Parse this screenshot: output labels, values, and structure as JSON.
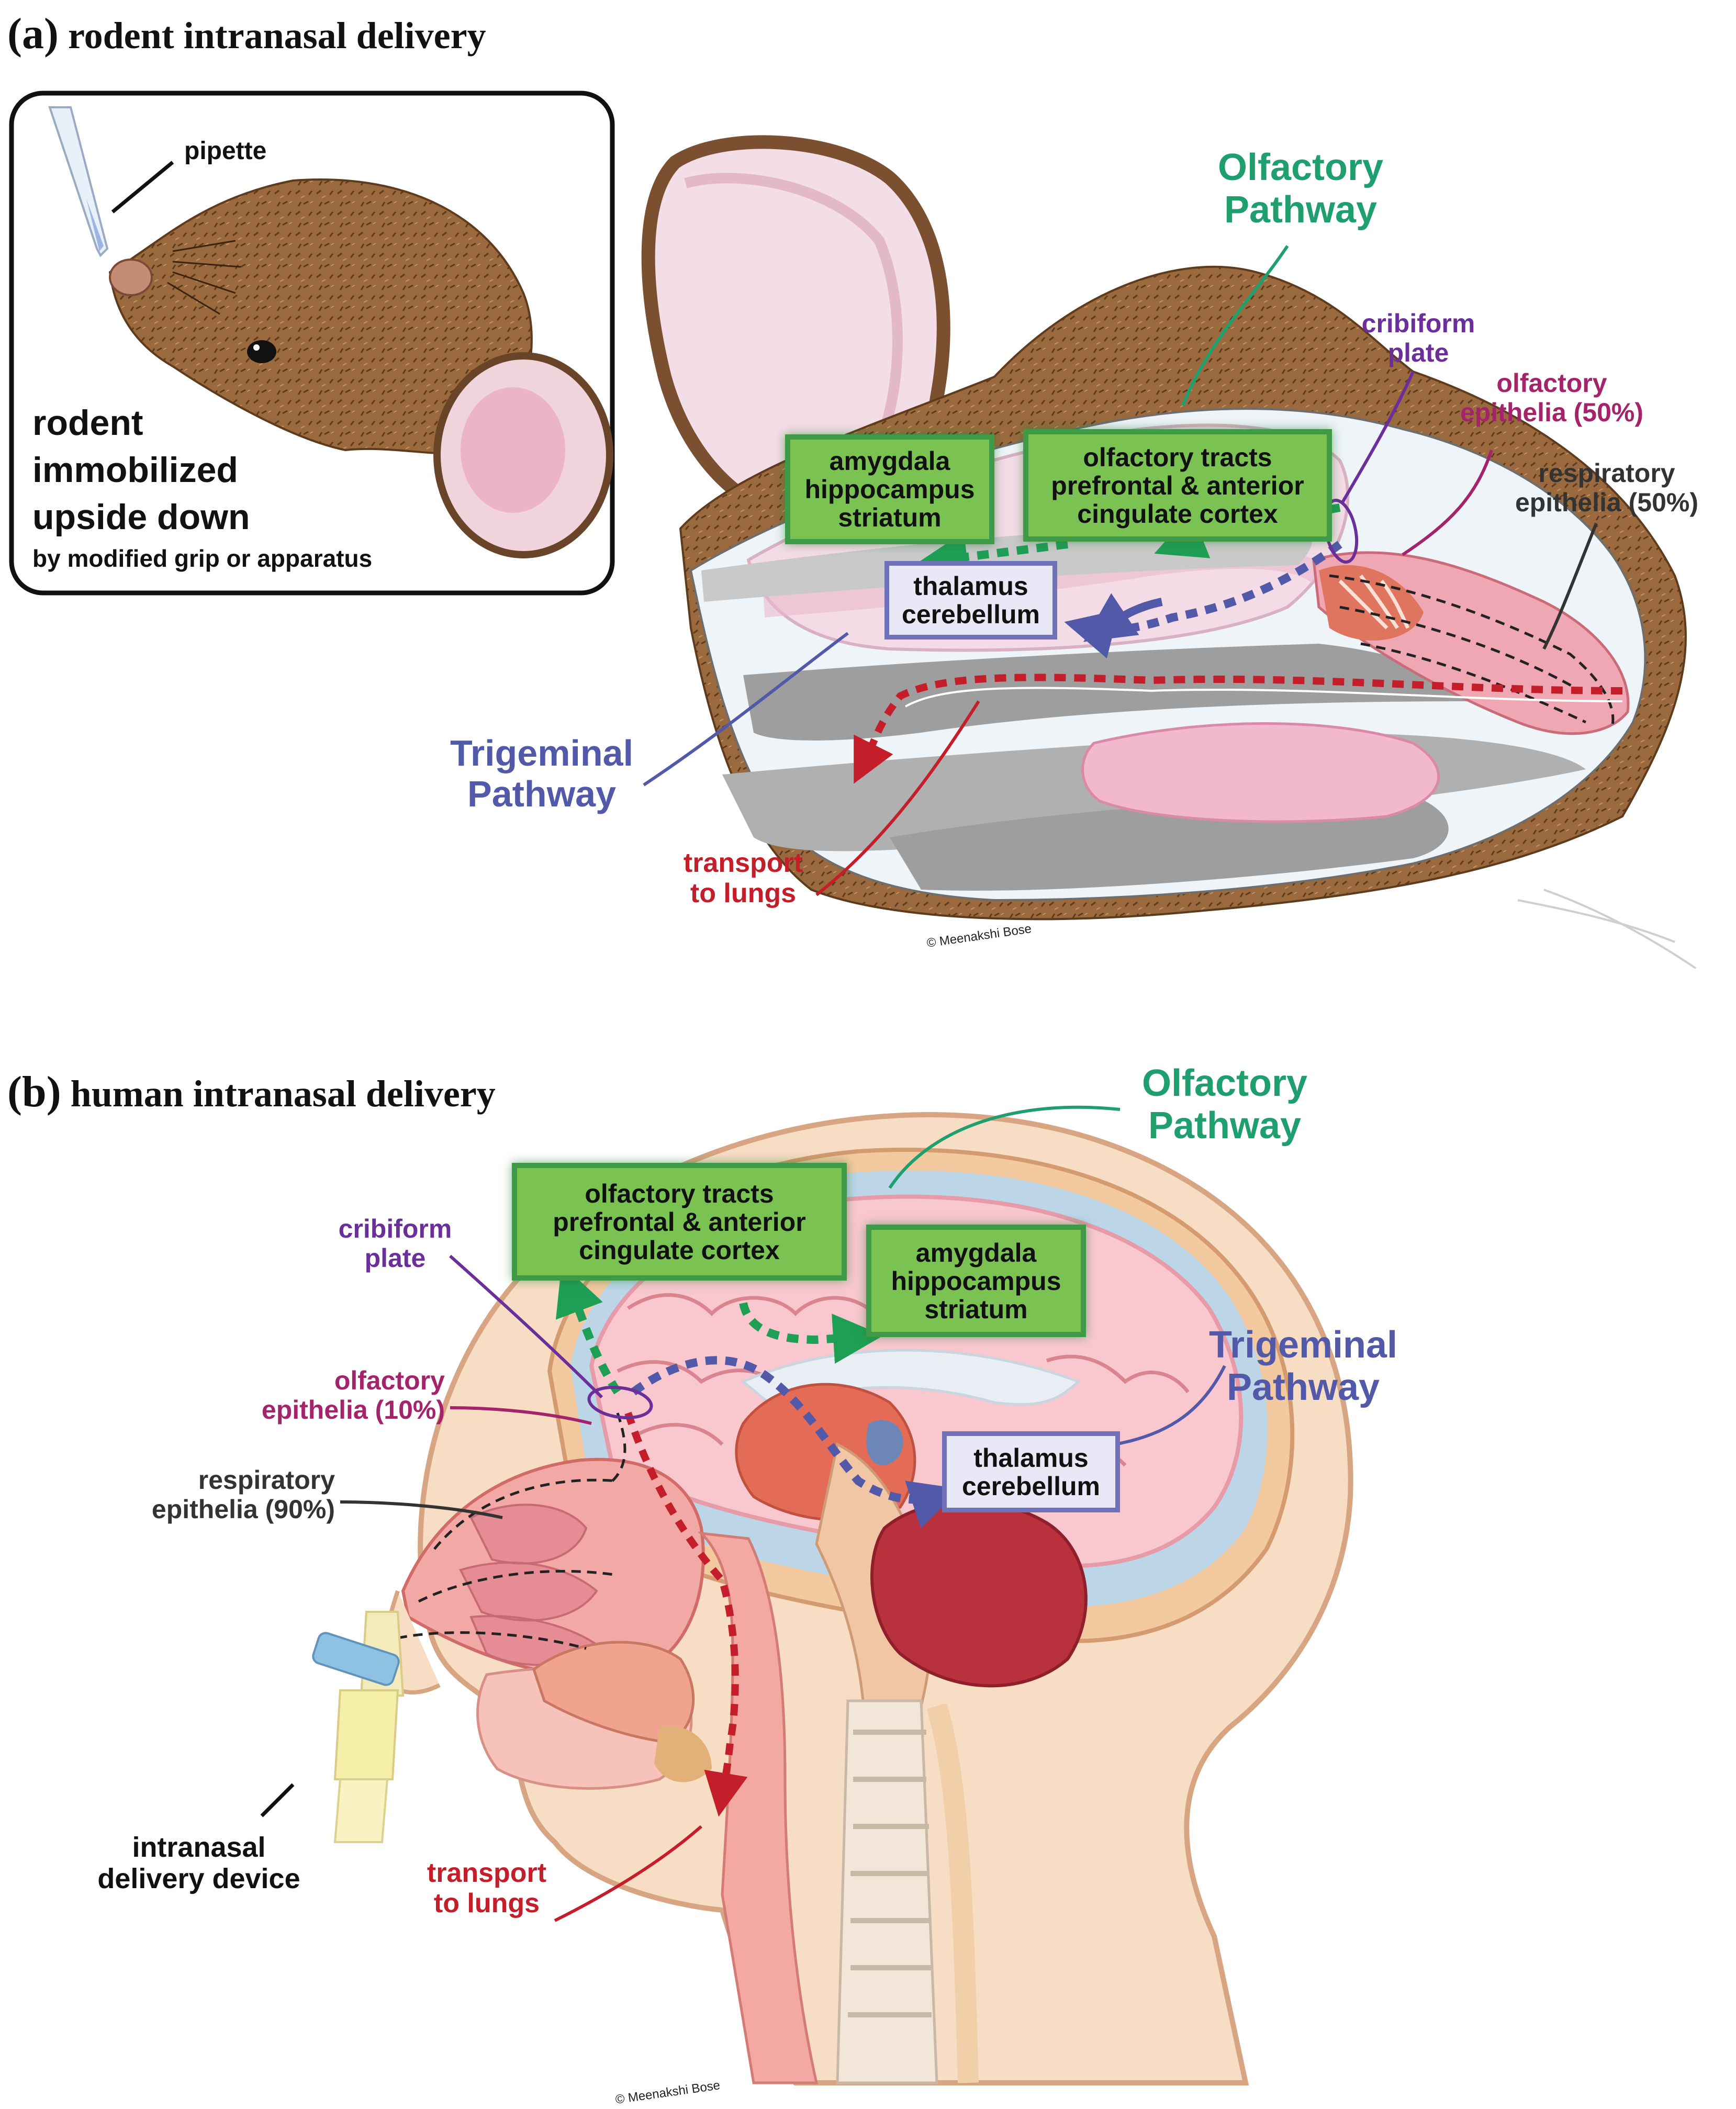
{
  "panel_a": {
    "letter": "(a)",
    "title": "rodent intranasal delivery",
    "inset": {
      "pipette": "pipette",
      "immobilized_line1": "rodent",
      "immobilized_line2": "immobilized",
      "immobilized_line3": "upside down",
      "immobilized_line4": "by modified grip or apparatus"
    },
    "olfactory_pathway_line1": "Olfactory",
    "olfactory_pathway_line2": "Pathway",
    "box_limbic": [
      "amygdala",
      "hippocampus",
      "striatum"
    ],
    "box_olfactory": [
      "olfactory tracts",
      "prefrontal & anterior",
      "cingulate cortex"
    ],
    "box_thalamus": [
      "thalamus",
      "cerebellum"
    ],
    "cribiform_line1": "cribiform",
    "cribiform_line2": "plate",
    "olf_epi_line1": "olfactory",
    "olf_epi_line2": "epithelia (50%)",
    "resp_epi_line1": "respiratory",
    "resp_epi_line2": "epithelia (50%)",
    "trigeminal_line1": "Trigeminal",
    "trigeminal_line2": "Pathway",
    "lungs_line1": "transport",
    "lungs_line2": "to lungs",
    "copyright": "© Meenakshi Bose"
  },
  "panel_b": {
    "letter": "(b)",
    "title": "human intranasal delivery",
    "olfactory_pathway_line1": "Olfactory",
    "olfactory_pathway_line2": "Pathway",
    "box_olfactory": [
      "olfactory tracts",
      "prefrontal & anterior",
      "cingulate cortex"
    ],
    "box_limbic": [
      "amygdala",
      "hippocampus",
      "striatum"
    ],
    "box_thalamus": [
      "thalamus",
      "cerebellum"
    ],
    "trigeminal_line1": "Trigeminal",
    "trigeminal_line2": "Pathway",
    "cribiform_line1": "cribiform",
    "cribiform_line2": "plate",
    "olf_epi_line1": "olfactory",
    "olf_epi_line2": "epithelia (10%)",
    "resp_epi_line1": "respiratory",
    "resp_epi_line2": "epithelia (90%)",
    "device_line1": "intranasal",
    "device_line2": "delivery device",
    "lungs_line1": "transport",
    "lungs_line2": "to lungs",
    "copyright": "© Meenakshi Bose"
  },
  "colors": {
    "olfactory_green": "#1f9f6e",
    "trigeminal_blue": "#5259a8",
    "lungs_red": "#c41e2a",
    "cribiform_purple": "#6b2f9a",
    "epithelia_magenta": "#a3246b",
    "box_green": "#7ac252",
    "box_blue": "#e8e8f6"
  }
}
